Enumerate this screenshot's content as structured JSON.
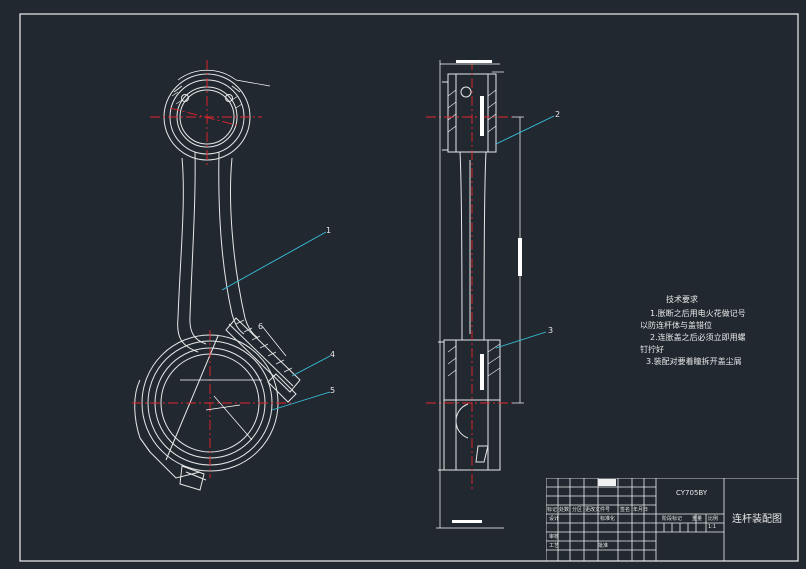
{
  "drawing": {
    "title": "连杆装配图",
    "drawing_code": "CY705BY",
    "technical_requirements": {
      "heading": "技术要求",
      "lines": [
        "1.胀断之后用电火花做记号",
        "以防连杆体与盖错位",
        "2.连胀盖之后必须立即用螺",
        "钉拧好",
        "3.装配对要着瞳拆开盖尘屑"
      ]
    },
    "title_block_labels": {
      "mark": "标记",
      "count": "处数",
      "zone": "分区",
      "change_doc": "更改文件号",
      "signature": "签名",
      "date": "年月日",
      "design": "设计",
      "standardize": "标准化",
      "review": "审核",
      "process": "工艺",
      "approve": "批准",
      "stage_mark": "阶段标记",
      "weight": "重量",
      "scale": "比例",
      "scale_value": "1:1"
    },
    "balloons": [
      "1",
      "2",
      "3",
      "4",
      "5",
      "6"
    ]
  },
  "colors": {
    "background": "#212830",
    "outline": "#e8e8e8",
    "center_line": "#e8232a",
    "dimension": "#ffffff",
    "leader": "#39c4e0",
    "border": "#ffffff"
  }
}
